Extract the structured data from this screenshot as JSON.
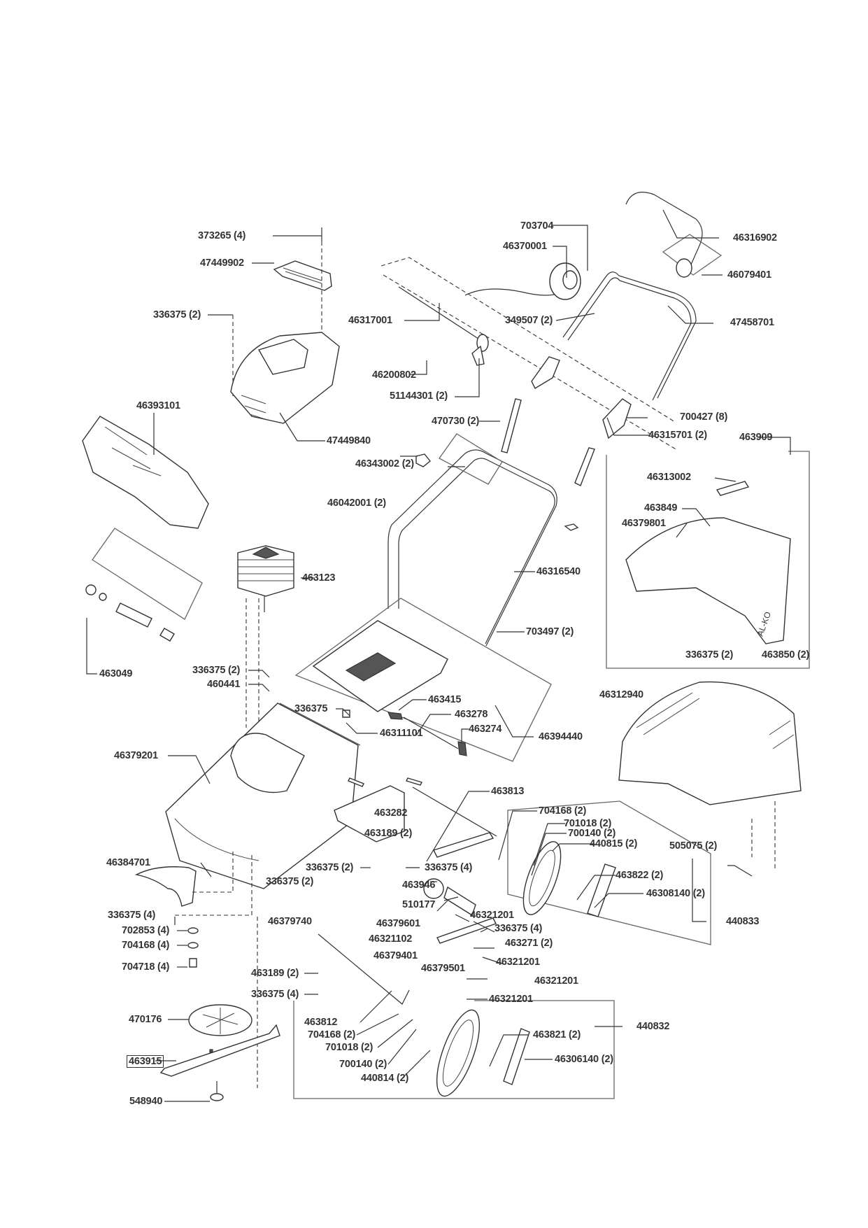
{
  "diagram": {
    "title": "Lawn mower exploded parts view",
    "brand_mark": "AL-KO",
    "labels": [
      {
        "id": "373265",
        "text": "373265 (4)"
      },
      {
        "id": "47449902",
        "text": "47449902"
      },
      {
        "id": "336375-a",
        "text": "336375 (2)"
      },
      {
        "id": "46393101",
        "text": "46393101"
      },
      {
        "id": "47449840",
        "text": "47449840"
      },
      {
        "id": "703704",
        "text": "703704"
      },
      {
        "id": "46370001",
        "text": "46370001"
      },
      {
        "id": "46317001",
        "text": "46317001"
      },
      {
        "id": "349507",
        "text": "349507 (2)"
      },
      {
        "id": "46200802",
        "text": "46200802"
      },
      {
        "id": "51144301",
        "text": "51144301 (2)"
      },
      {
        "id": "470730",
        "text": "470730 (2)"
      },
      {
        "id": "46316902",
        "text": "46316902"
      },
      {
        "id": "46079401",
        "text": "46079401"
      },
      {
        "id": "47458701",
        "text": "47458701"
      },
      {
        "id": "700427",
        "text": "700427 (8)"
      },
      {
        "id": "46315701",
        "text": "46315701 (2)"
      },
      {
        "id": "463909",
        "text": "463909"
      },
      {
        "id": "46343002",
        "text": "46343002 (2)"
      },
      {
        "id": "46042001",
        "text": "46042001 (2)"
      },
      {
        "id": "46313002",
        "text": "46313002"
      },
      {
        "id": "463849",
        "text": "463849"
      },
      {
        "id": "46379801",
        "text": "46379801"
      },
      {
        "id": "46316540",
        "text": "46316540"
      },
      {
        "id": "463123",
        "text": "463123"
      },
      {
        "id": "703497",
        "text": "703497 (2)"
      },
      {
        "id": "463049",
        "text": "463049"
      },
      {
        "id": "336375-b",
        "text": "336375 (2)"
      },
      {
        "id": "460441",
        "text": "460441"
      },
      {
        "id": "336375-c",
        "text": "336375 (2)"
      },
      {
        "id": "463850",
        "text": "463850 (2)"
      },
      {
        "id": "46312940",
        "text": "46312940"
      },
      {
        "id": "336375-d",
        "text": "336375"
      },
      {
        "id": "463415",
        "text": "463415"
      },
      {
        "id": "463278",
        "text": "463278"
      },
      {
        "id": "463274",
        "text": "463274"
      },
      {
        "id": "46394440",
        "text": "46394440"
      },
      {
        "id": "46379201",
        "text": "46379201"
      },
      {
        "id": "46311101",
        "text": "46311101"
      },
      {
        "id": "463813",
        "text": "463813"
      },
      {
        "id": "463282",
        "text": "463282"
      },
      {
        "id": "704168-a",
        "text": "704168 (2)"
      },
      {
        "id": "701018-a",
        "text": "701018 (2)"
      },
      {
        "id": "700140-a",
        "text": "700140 (2)"
      },
      {
        "id": "463189-a",
        "text": "463189 (2)"
      },
      {
        "id": "440815",
        "text": "440815 (2)"
      },
      {
        "id": "505075",
        "text": "505075 (2)"
      },
      {
        "id": "46384701",
        "text": "46384701"
      },
      {
        "id": "336375-e",
        "text": "336375 (2)"
      },
      {
        "id": "336375-f",
        "text": "336375 (4)"
      },
      {
        "id": "463822",
        "text": "463822 (2)"
      },
      {
        "id": "336375-g",
        "text": "336375 (2)"
      },
      {
        "id": "463946",
        "text": "463946"
      },
      {
        "id": "46308140",
        "text": "46308140 (2)"
      },
      {
        "id": "510177",
        "text": "510177"
      },
      {
        "id": "336375-h",
        "text": "336375 (4)"
      },
      {
        "id": "46379740",
        "text": "46379740"
      },
      {
        "id": "46379601",
        "text": "46379601"
      },
      {
        "id": "46321201-a",
        "text": "46321201"
      },
      {
        "id": "440833",
        "text": "440833"
      },
      {
        "id": "702853",
        "text": "702853 (4)"
      },
      {
        "id": "336375-i",
        "text": "336375 (4)"
      },
      {
        "id": "46321102",
        "text": "46321102"
      },
      {
        "id": "463271",
        "text": "463271 (2)"
      },
      {
        "id": "704168-b",
        "text": "704168 (4)"
      },
      {
        "id": "46379401",
        "text": "46379401"
      },
      {
        "id": "46321201-b",
        "text": "46321201"
      },
      {
        "id": "704718",
        "text": "704718 (4)"
      },
      {
        "id": "46379501",
        "text": "46379501"
      },
      {
        "id": "46321201-c",
        "text": "46321201"
      },
      {
        "id": "463189-b",
        "text": "463189 (2)"
      },
      {
        "id": "336375-j",
        "text": "336375 (4)"
      },
      {
        "id": "46321201-d",
        "text": "46321201"
      },
      {
        "id": "470176",
        "text": "470176"
      },
      {
        "id": "463812",
        "text": "463812"
      },
      {
        "id": "440832",
        "text": "440832"
      },
      {
        "id": "704168-c",
        "text": "704168 (2)"
      },
      {
        "id": "463821",
        "text": "463821 (2)"
      },
      {
        "id": "701018-b",
        "text": "701018 (2)"
      },
      {
        "id": "463915",
        "text": "463915"
      },
      {
        "id": "700140-b",
        "text": "700140 (2)"
      },
      {
        "id": "46306140",
        "text": "46306140 (2)"
      },
      {
        "id": "440814",
        "text": "440814 (2)"
      },
      {
        "id": "548940",
        "text": "548940"
      }
    ]
  }
}
